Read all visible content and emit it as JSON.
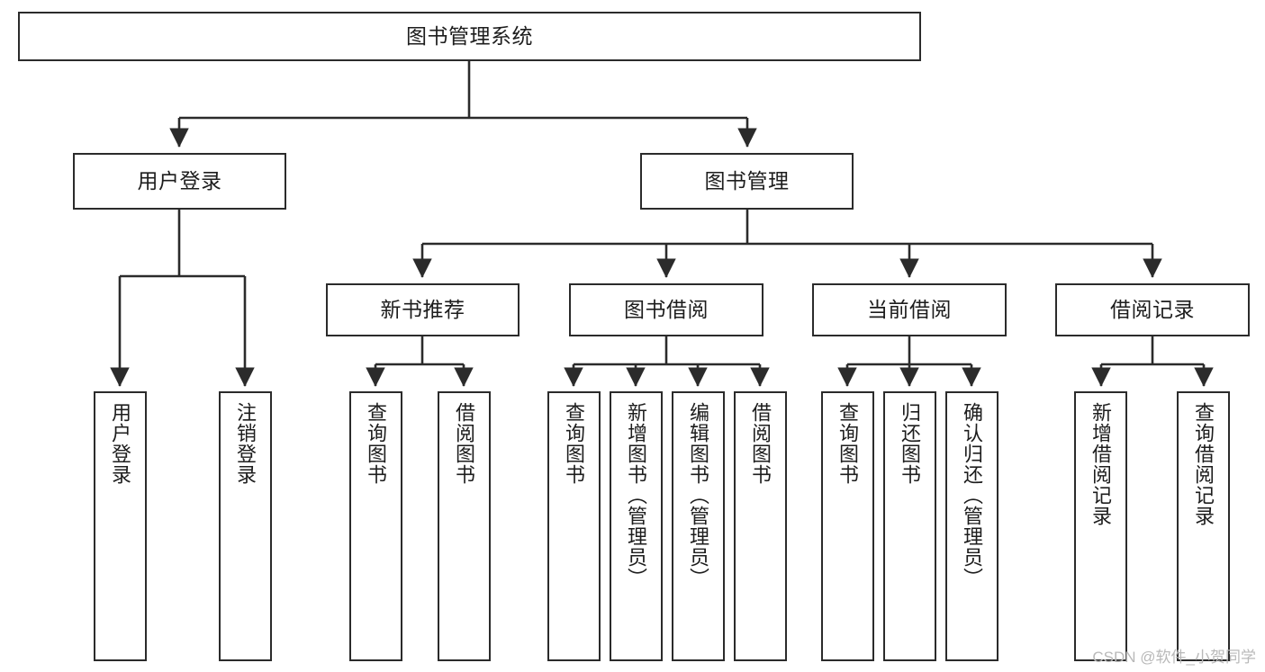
{
  "diagram": {
    "title": "图书管理系统",
    "type": "tree",
    "watermark": "CSDN @软件_小贺同学",
    "colors": {
      "node_border": "#2b2b2b",
      "node_fill": "#ffffff",
      "edge": "#2b2b2b",
      "text": "#1d1d1d",
      "watermark": "#b9b9b9"
    },
    "nodes": {
      "root": {
        "label": "图书管理系统",
        "level": 1
      },
      "l2": [
        {
          "id": "user-login",
          "label": "用户登录",
          "level": 2
        },
        {
          "id": "book-manage",
          "label": "图书管理",
          "level": 2
        }
      ],
      "l3": [
        {
          "id": "new-book-recommend",
          "label": "新书推荐",
          "level": 3,
          "parent": "book-manage"
        },
        {
          "id": "book-borrow",
          "label": "图书借阅",
          "level": 3,
          "parent": "book-manage"
        },
        {
          "id": "current-borrow",
          "label": "当前借阅",
          "level": 3,
          "parent": "book-manage"
        },
        {
          "id": "borrow-record",
          "label": "借阅记录",
          "level": 3,
          "parent": "book-manage"
        }
      ],
      "leaves": [
        {
          "id": "leaf-user-login",
          "label": "用户登录",
          "parent": "user-login"
        },
        {
          "id": "leaf-user-logout",
          "label": "注销登录",
          "parent": "user-login"
        },
        {
          "id": "leaf-rec-query-book",
          "label": "查询图书",
          "parent": "new-book-recommend"
        },
        {
          "id": "leaf-rec-borrow-book",
          "label": "借阅图书",
          "parent": "new-book-recommend"
        },
        {
          "id": "leaf-borrow-query-book",
          "label": "查询图书",
          "parent": "book-borrow"
        },
        {
          "id": "leaf-borrow-add-book",
          "label": "新增图书（管理员）",
          "parent": "book-borrow"
        },
        {
          "id": "leaf-borrow-edit-book",
          "label": "编辑图书（管理员）",
          "parent": "book-borrow"
        },
        {
          "id": "leaf-borrow-borrow-book",
          "label": "借阅图书",
          "parent": "book-borrow"
        },
        {
          "id": "leaf-current-query-book",
          "label": "查询图书",
          "parent": "current-borrow"
        },
        {
          "id": "leaf-current-return-book",
          "label": "归还图书",
          "parent": "current-borrow"
        },
        {
          "id": "leaf-current-confirm-return",
          "label": "确认归还（管理员）",
          "parent": "current-borrow"
        },
        {
          "id": "leaf-record-add",
          "label": "新增借阅记录",
          "parent": "borrow-record"
        },
        {
          "id": "leaf-record-query",
          "label": "查询借阅记录",
          "parent": "borrow-record"
        }
      ]
    }
  }
}
